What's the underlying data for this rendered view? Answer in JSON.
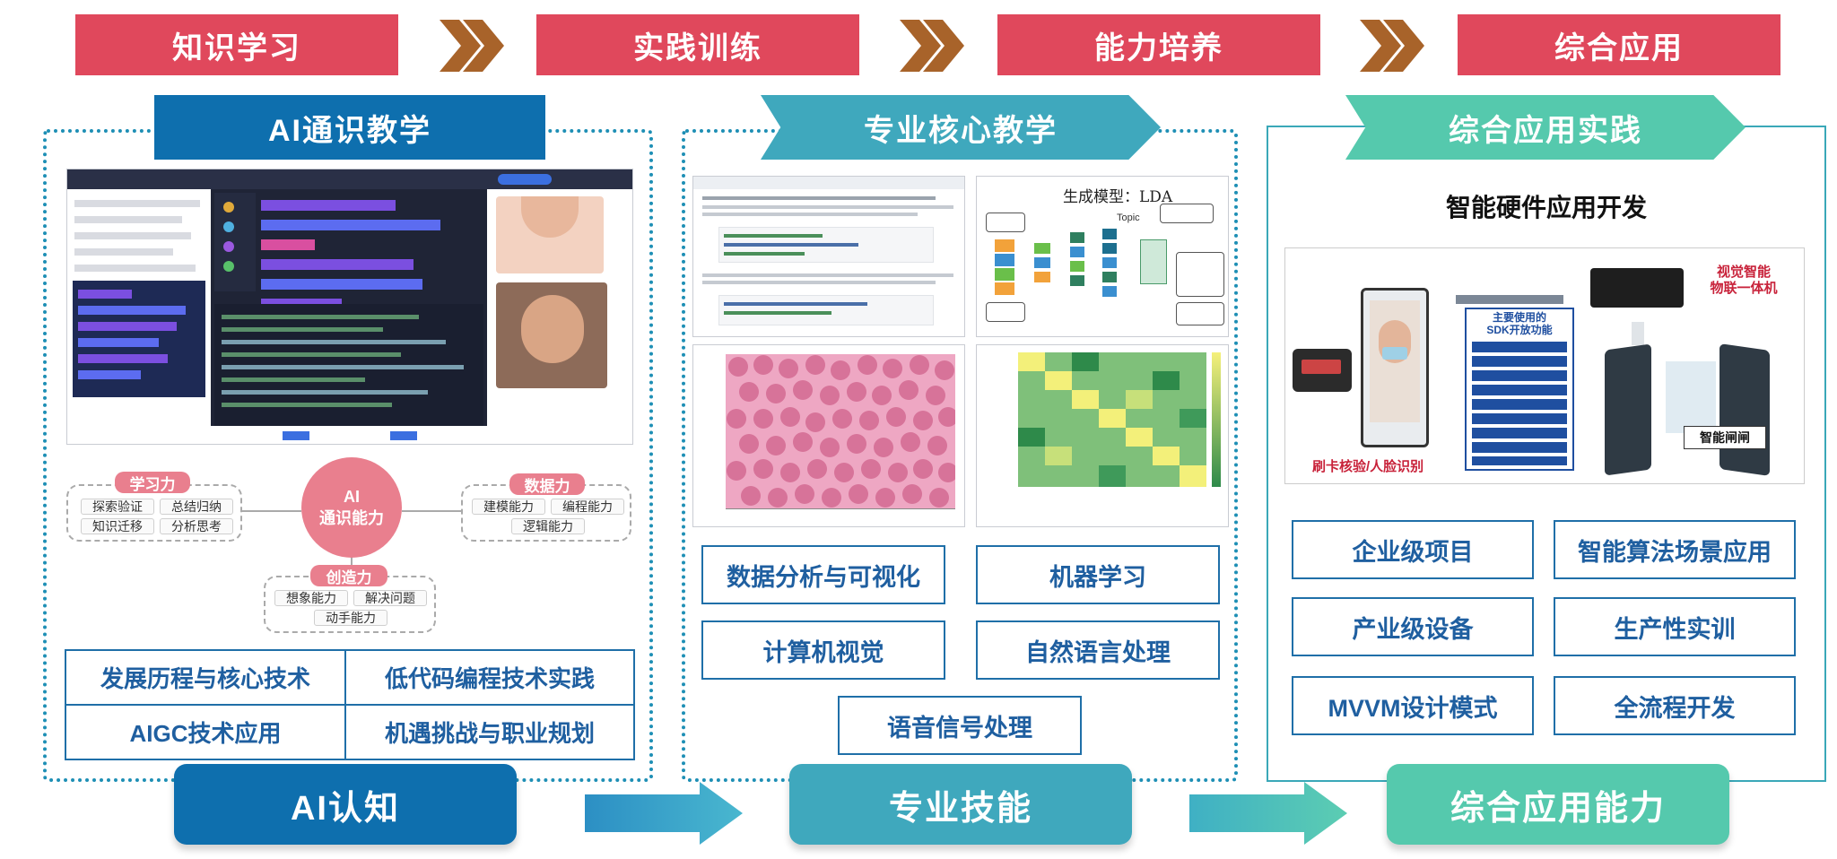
{
  "top_steps": [
    "知识学习",
    "实践训练",
    "能力培养",
    "综合应用"
  ],
  "columns": {
    "left": {
      "header": "AI通识教学",
      "ability_center": [
        "AI",
        "通识能力"
      ],
      "ability_groups": [
        {
          "tag": "学习力",
          "items": [
            "探索验证",
            "总结归纳",
            "知识迁移",
            "分析思考"
          ]
        },
        {
          "tag": "数据力",
          "items": [
            "建模能力",
            "编程能力",
            "逻辑能力"
          ]
        },
        {
          "tag": "创造力",
          "items": [
            "想象能力",
            "解决问题",
            "动手能力"
          ]
        }
      ],
      "topics": [
        "发展历程与核心技术",
        "低代码编程技术实践",
        "AIGC技术应用",
        "机遇挑战与职业规划"
      ],
      "bottom": "AI认知"
    },
    "middle": {
      "header": "专业核心教学",
      "lda_title": "生成模型：LDA",
      "lda_topic": "Topic",
      "topics": [
        "数据分析与可视化",
        "机器学习",
        "计算机视觉",
        "自然语言处理",
        "语音信号处理"
      ],
      "bottom": "专业技能"
    },
    "right": {
      "header": "综合应用实践",
      "subtitle": "智能硬件应用开发",
      "hw": {
        "sdk_title": "主要使用的\nSDK开放功能",
        "machine_label": "视觉智能\n物联一体机",
        "card_label": "刷卡核验/人脸识别",
        "gate_label": "智能闸闸"
      },
      "topics": [
        "企业级项目",
        "智能算法场景应用",
        "产业级设备",
        "生产性实训",
        "MVVM设计模式",
        "全流程开发"
      ],
      "bottom": "综合应用能力"
    }
  },
  "colors": {
    "top_red": "#e0485c",
    "left_blue": "#0e6fae",
    "middle_teal": "#3fa8bd",
    "right_green": "#55c9ad",
    "box_border": "#1f6fa8",
    "box_text": "#1f5fa0",
    "ability_pink": "#e97f8e"
  }
}
